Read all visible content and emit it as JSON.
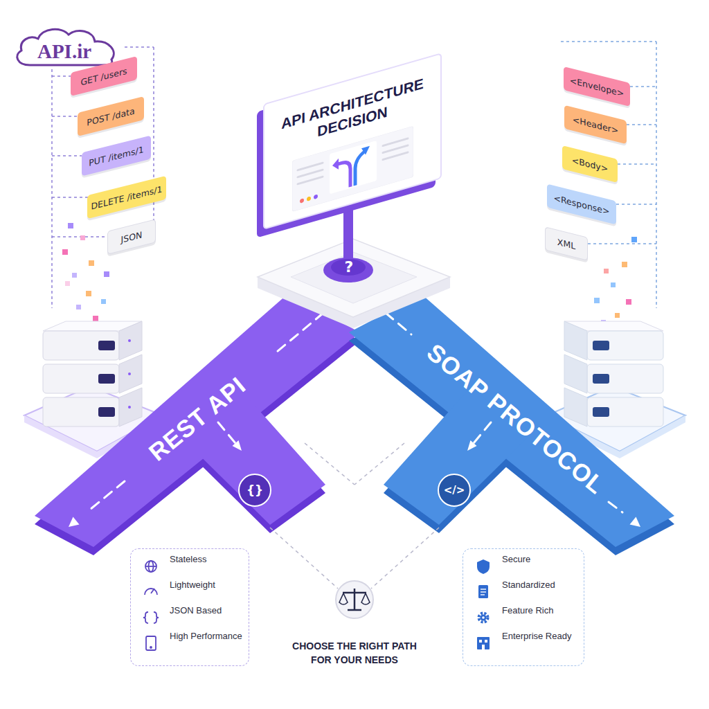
{
  "diagram": {
    "caption": "CHOOSE THE RIGHT PATH FOR YOUR NEEDS",
    "nodes": [
      {
        "text": [
          "API.ir"
        ]
      },
      {
        "text": [
          "GET /users"
        ]
      },
      {
        "text": [
          "POST /data"
        ]
      },
      {
        "text": [
          "PUT /items/1"
        ]
      },
      {
        "text": [
          "DELETE /items/1"
        ]
      },
      {
        "text": [
          "JSON"
        ]
      },
      {
        "text": [
          "API ARCHITECTURE DECISION"
        ]
      },
      {
        "text": [
          "<Envelope>"
        ]
      },
      {
        "text": [
          "<Header>"
        ]
      },
      {
        "text": [
          "<Body>"
        ]
      },
      {
        "text": [
          "<Response>"
        ]
      },
      {
        "text": [
          "XML"
        ]
      },
      {
        "text": [
          "REST API"
        ]
      },
      {
        "text": [
          "SOAP PROTOCOL"
        ]
      },
      {
        "text": [
          "Stateless",
          "Lightweight",
          "JSON Based",
          "High Performance"
        ]
      },
      {
        "text": [
          "Secure",
          "Standardized",
          "Feature Rich",
          "Enterprise Ready"
        ]
      }
    ],
    "labels": [
      "?",
      "{}",
      "</>"
    ]
  }
}
